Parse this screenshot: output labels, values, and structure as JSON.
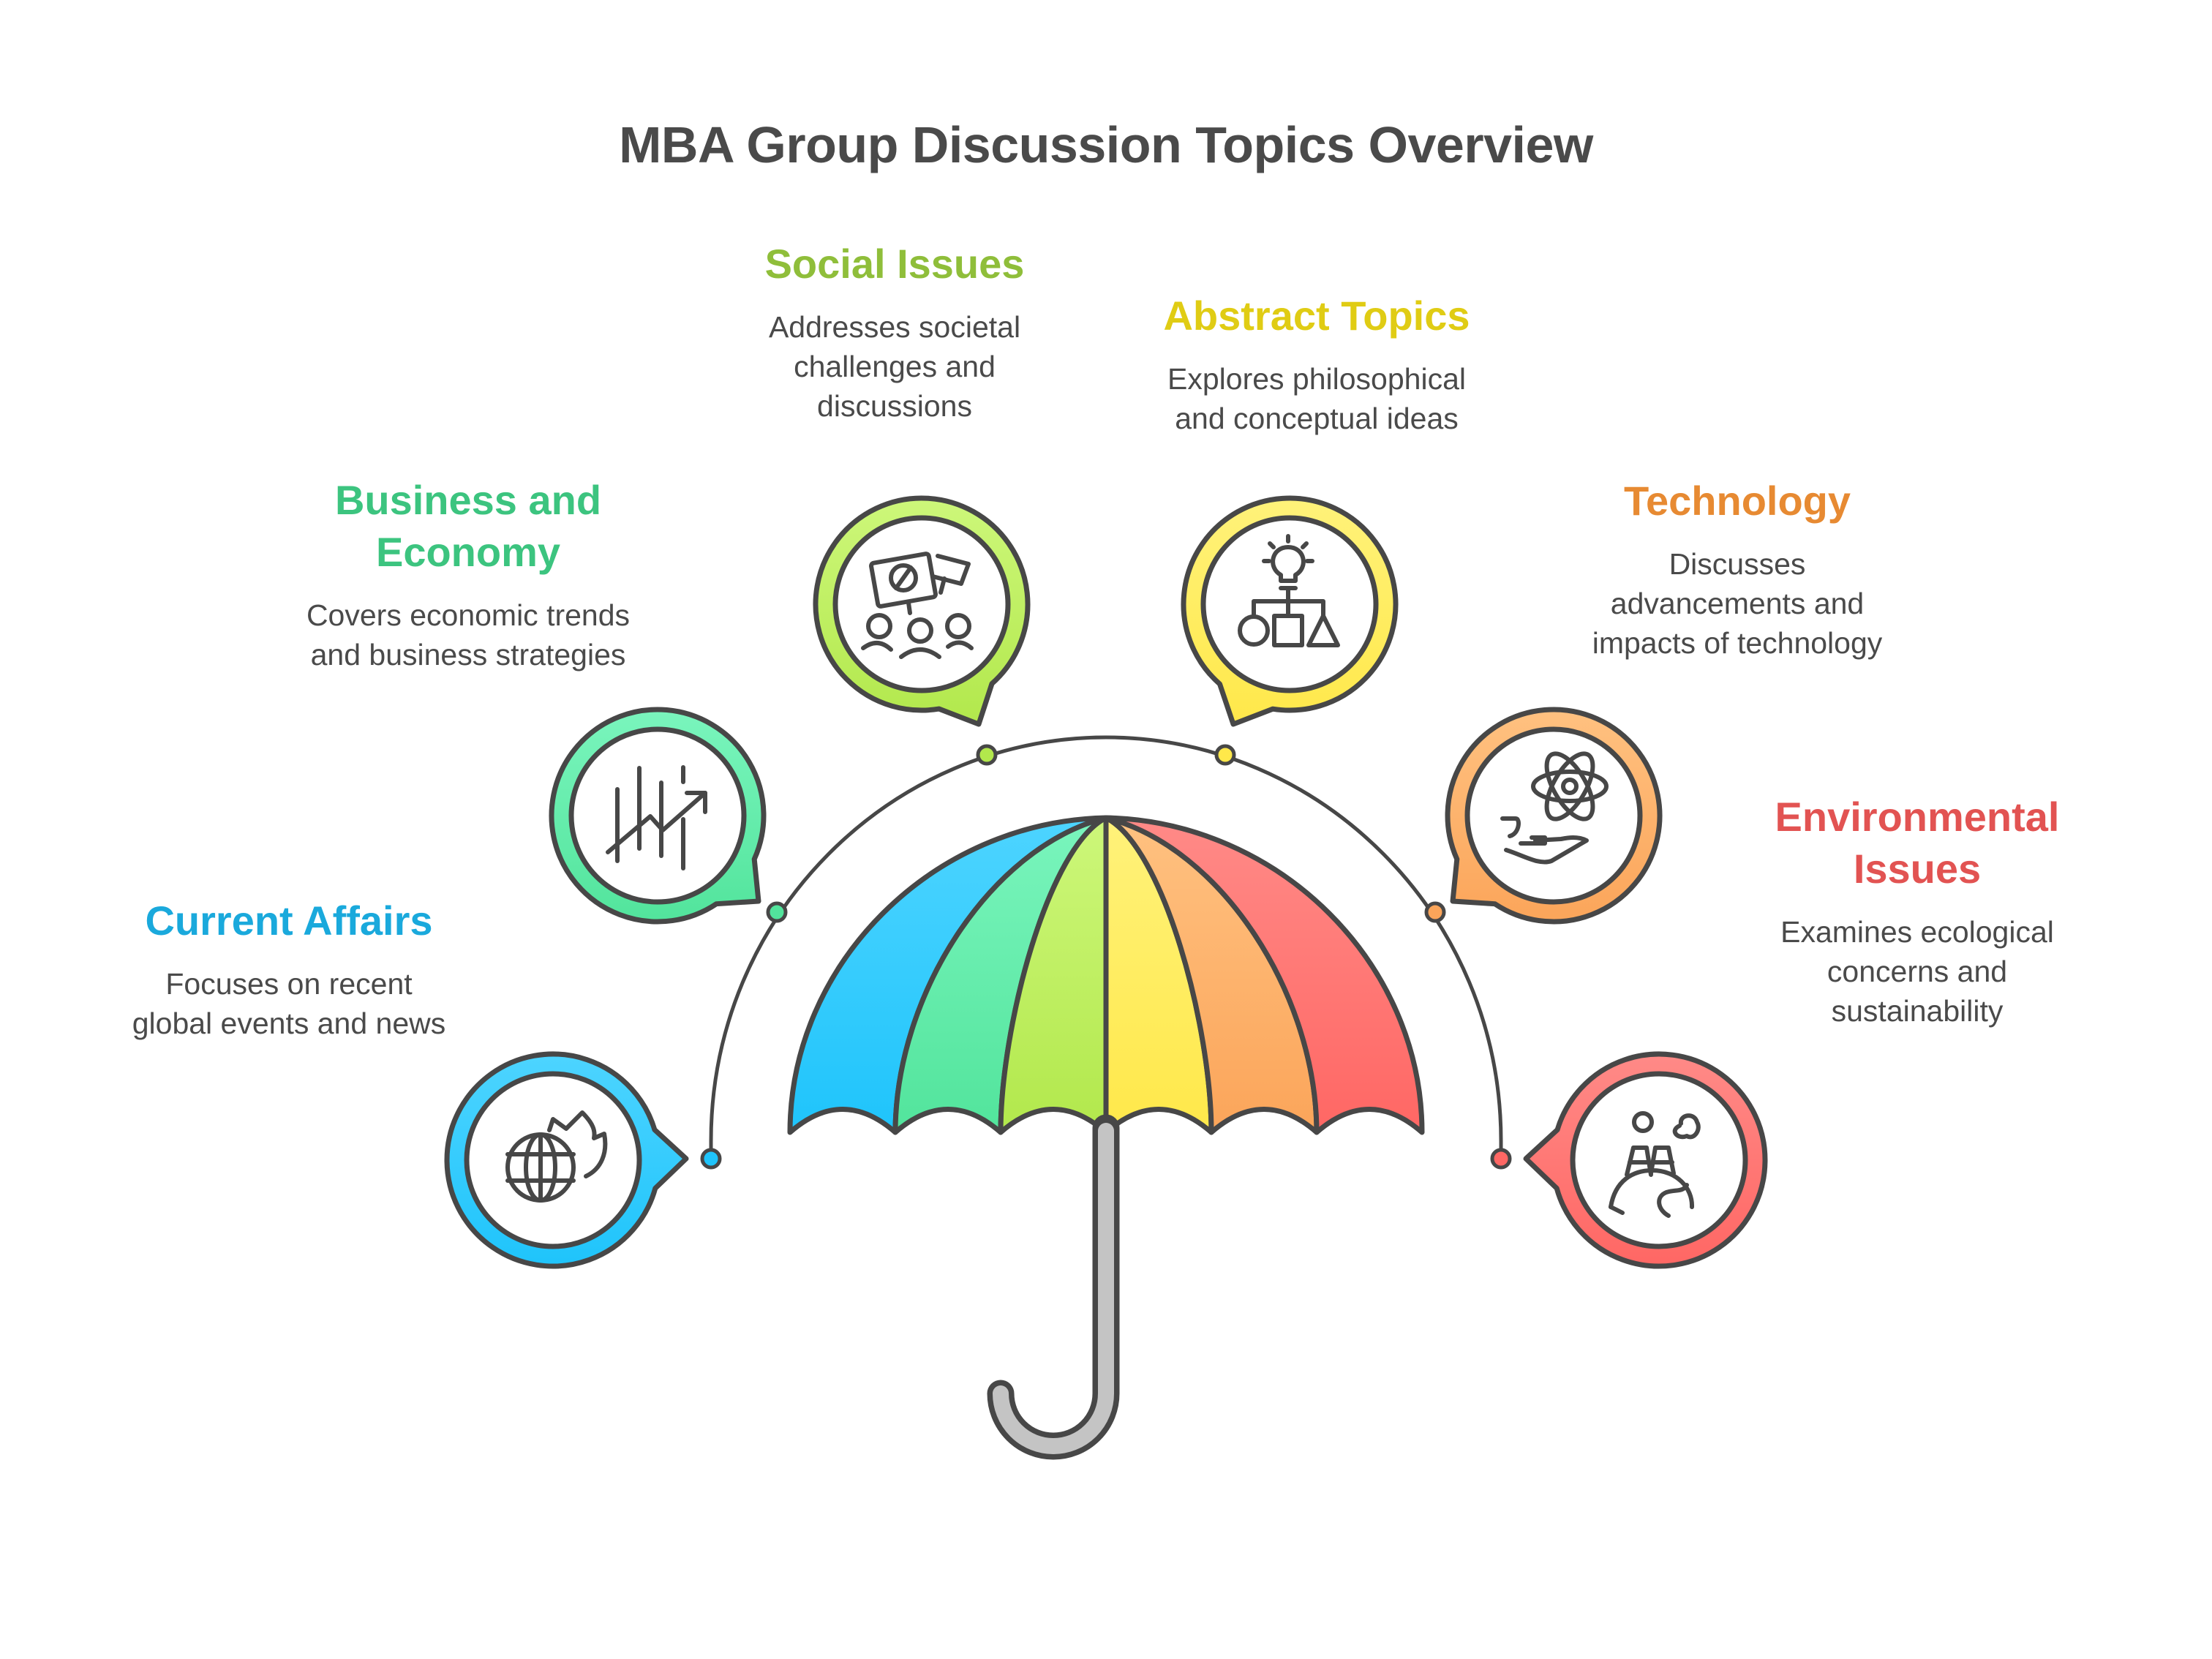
{
  "title": "MBA Group Discussion Topics Overview",
  "colors": {
    "outline": "#474747",
    "text": "#4a4a4a",
    "handle": "#c4c4c4"
  },
  "topics": [
    {
      "id": "current-affairs",
      "heading": "Current Affairs",
      "heading_lines": [
        "Current Affairs"
      ],
      "description_lines": [
        "Focuses on recent",
        "global events and news"
      ],
      "icon": "globe-flame-icon",
      "color": "#1aa9dc",
      "fill_top": "#4dd4ff",
      "fill_bottom": "#1fc4fb"
    },
    {
      "id": "business-economy",
      "heading": "Business and Economy",
      "heading_lines": [
        "Business and",
        "Economy"
      ],
      "description_lines": [
        "Covers economic trends",
        "and business strategies"
      ],
      "icon": "trend-chart-icon",
      "color": "#3cc47f",
      "fill_top": "#7af5bd",
      "fill_bottom": "#52e49c"
    },
    {
      "id": "social-issues",
      "heading": "Social Issues",
      "heading_lines": [
        "Social Issues"
      ],
      "description_lines": [
        "Addresses societal",
        "challenges and",
        "discussions"
      ],
      "icon": "protest-crowd-icon",
      "color": "#8fbe3a",
      "fill_top": "#cdf77a",
      "fill_bottom": "#b2e84c"
    },
    {
      "id": "abstract-topics",
      "heading": "Abstract Topics",
      "heading_lines": [
        "Abstract Topics"
      ],
      "description_lines": [
        "Explores philosophical",
        "and conceptual ideas"
      ],
      "icon": "idea-shapes-icon",
      "color": "#e0cc14",
      "fill_top": "#fff27a",
      "fill_bottom": "#ffe84a"
    },
    {
      "id": "technology",
      "heading": "Technology",
      "heading_lines": [
        "Technology"
      ],
      "description_lines": [
        "Discusses",
        "advancements and",
        "impacts of technology"
      ],
      "icon": "atom-hand-icon",
      "color": "#e78a32",
      "fill_top": "#ffc180",
      "fill_bottom": "#fba55a"
    },
    {
      "id": "environmental-issues",
      "heading": "Environmental Issues",
      "heading_lines": [
        "Environmental",
        "Issues"
      ],
      "description_lines": [
        "Examines ecological",
        "concerns and",
        "sustainability"
      ],
      "icon": "factory-pollution-icon",
      "color": "#e25352",
      "fill_top": "#ff8a87",
      "fill_bottom": "#ff6764"
    }
  ]
}
